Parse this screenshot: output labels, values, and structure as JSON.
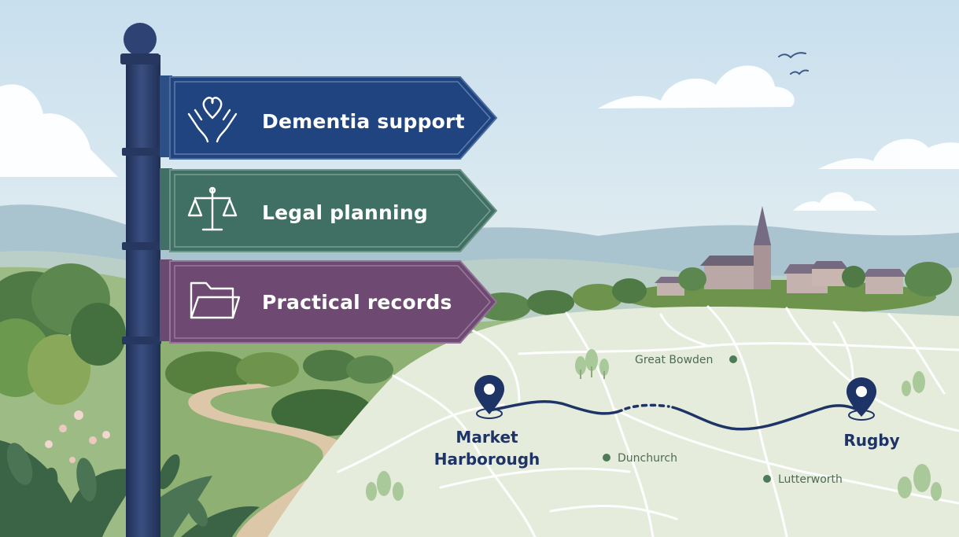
{
  "signs": [
    {
      "label": "Dementia support",
      "icon": "heart-in-hands-icon",
      "color": "#1f4480"
    },
    {
      "label": "Legal planning",
      "icon": "balance-scale-icon",
      "color": "#3f7063"
    },
    {
      "label": "Practical records",
      "icon": "folder-icon",
      "color": "#6e4a72"
    }
  ],
  "map": {
    "start": "Market Harborough",
    "start_line1": "Market",
    "start_line2": "Harborough",
    "end": "Rugby",
    "places": [
      "Great Bowden",
      "Dunchurch",
      "Lutterworth"
    ],
    "route_color": "#1e3466",
    "land_color": "#e6ecdc"
  },
  "colors": {
    "sky_top": "#cfe3ef",
    "sky_bottom": "#eef3ee",
    "post": "#2c3e6b"
  }
}
